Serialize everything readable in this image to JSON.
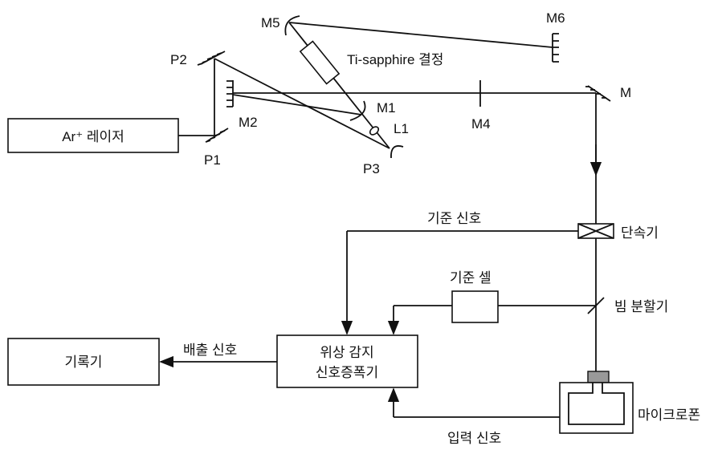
{
  "labels": {
    "laser": "Ar⁺ 레이저",
    "m5": "M5",
    "m6": "M6",
    "p2": "P2",
    "m1": "M1",
    "m2": "M2",
    "l1": "L1",
    "p1": "P1",
    "p3": "P3",
    "m4": "M4",
    "m": "M",
    "crystal": "Ti-sapphire 결정",
    "reference_signal": "기준 신호",
    "chopper": "단속기",
    "reference_cell": "기준 셀",
    "beam_splitter": "빔 분할기",
    "amplifier_line1": "위상 감지",
    "amplifier_line2": "신호증폭기",
    "output_signal": "배출 신호",
    "recorder": "기록기",
    "microphone": "마이크로폰",
    "input_signal": "입력 신호"
  },
  "colors": {
    "line": "#111111",
    "mic_top": "#999999"
  }
}
